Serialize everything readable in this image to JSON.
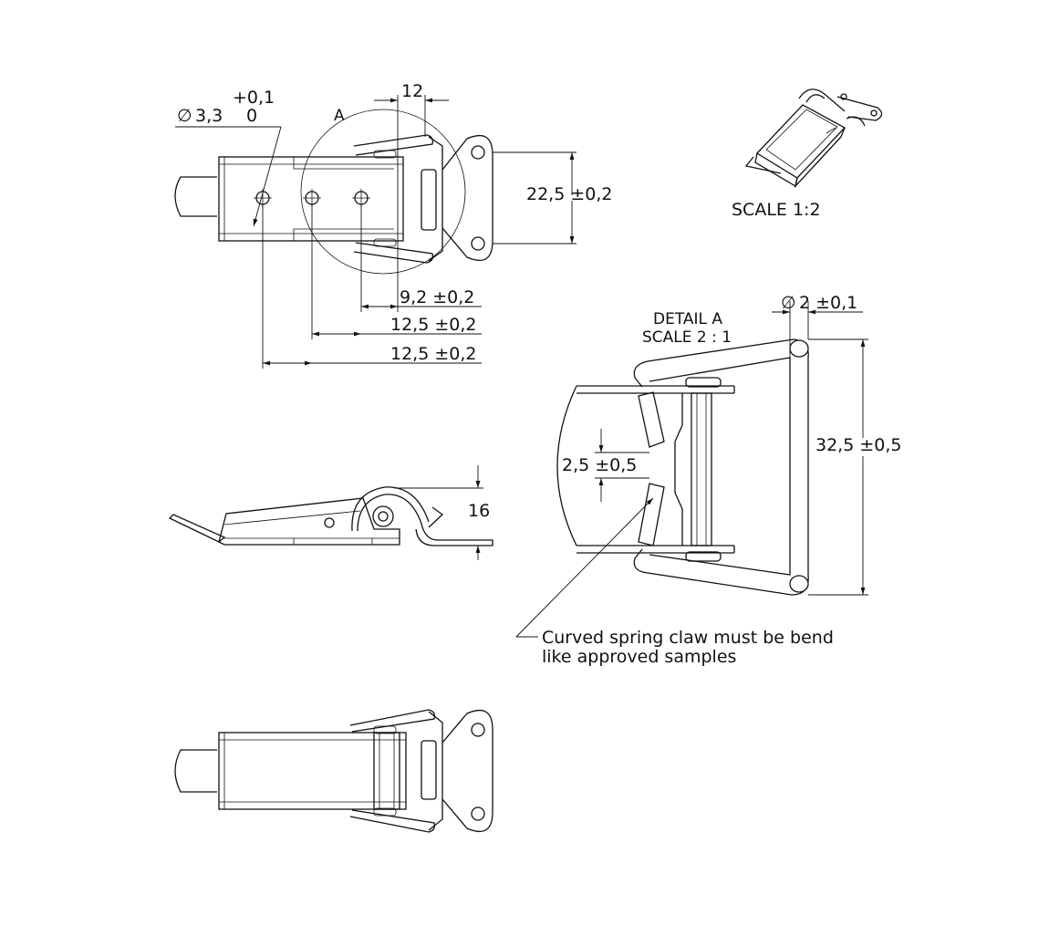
{
  "top_view": {
    "detail_marker": "A",
    "hole_diameter_symbol": "∅",
    "hole_diameter_value": "3,3",
    "hole_tol_upper": "+0,1",
    "hole_tol_lower": "0",
    "dim_width_top": "12",
    "dim_mount_spacing": "22,5 ±0,2",
    "dim_hole_a": "9,2 ±0,2",
    "dim_hole_b": "12,5 ±0,2",
    "dim_hole_c": "12,5 ±0,2"
  },
  "iso_view": {
    "scale_label": "SCALE 1:2"
  },
  "side_view": {
    "dim_height": "16"
  },
  "detail_a": {
    "title": "DETAIL A",
    "scale": "SCALE 2 : 1",
    "wire_diameter_symbol": "∅",
    "wire_diameter_value": "2 ±0,1",
    "dim_length": "32,5 ±0,5",
    "dim_gap": "2,5 ±0,5",
    "note_line1": "Curved spring claw must be bend",
    "note_line2": "like approved samples"
  }
}
